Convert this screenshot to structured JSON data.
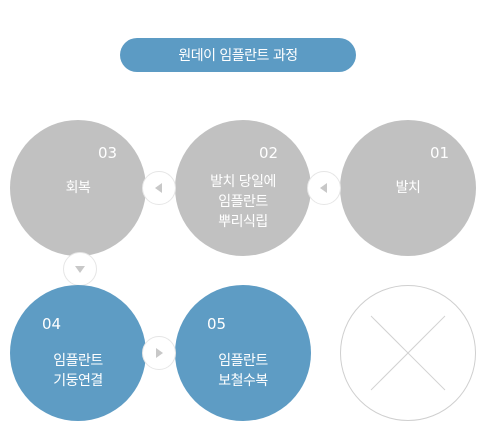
{
  "title": "원데이 임플란트 과정",
  "steps": {
    "s01": {
      "num": "01",
      "label": "발치"
    },
    "s02": {
      "num": "02",
      "label": "발치 당일에\n임플란트\n뿌리식립"
    },
    "s03": {
      "num": "03",
      "label": "회복"
    },
    "s04": {
      "num": "04",
      "label": "임플란트\n기둥연결"
    },
    "s05": {
      "num": "05",
      "label": "임플란트\n보철수복"
    }
  },
  "icons": {
    "arrow_left": "arrow-left-icon",
    "arrow_down": "arrow-down-icon",
    "arrow_right": "arrow-right-icon"
  },
  "colors": {
    "accent_blue": "#5e9cc4",
    "gray": "#c1c1c1",
    "arrow": "#c8c8c8"
  }
}
